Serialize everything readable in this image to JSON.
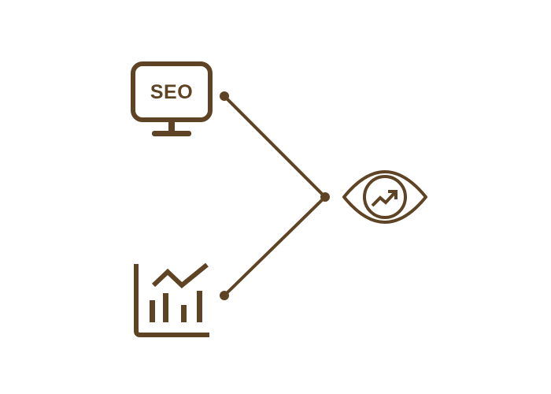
{
  "diagram": {
    "color": "#5e4424",
    "background": "#ffffff",
    "nodes": [
      {
        "id": "seo",
        "icon": "seo-monitor-icon",
        "label": "SEO"
      },
      {
        "id": "analytics",
        "icon": "bar-chart-trend-icon"
      },
      {
        "id": "visibility",
        "icon": "eye-growth-icon"
      }
    ],
    "connections": [
      {
        "from": "seo",
        "to": "visibility"
      },
      {
        "from": "analytics",
        "to": "visibility"
      }
    ]
  }
}
